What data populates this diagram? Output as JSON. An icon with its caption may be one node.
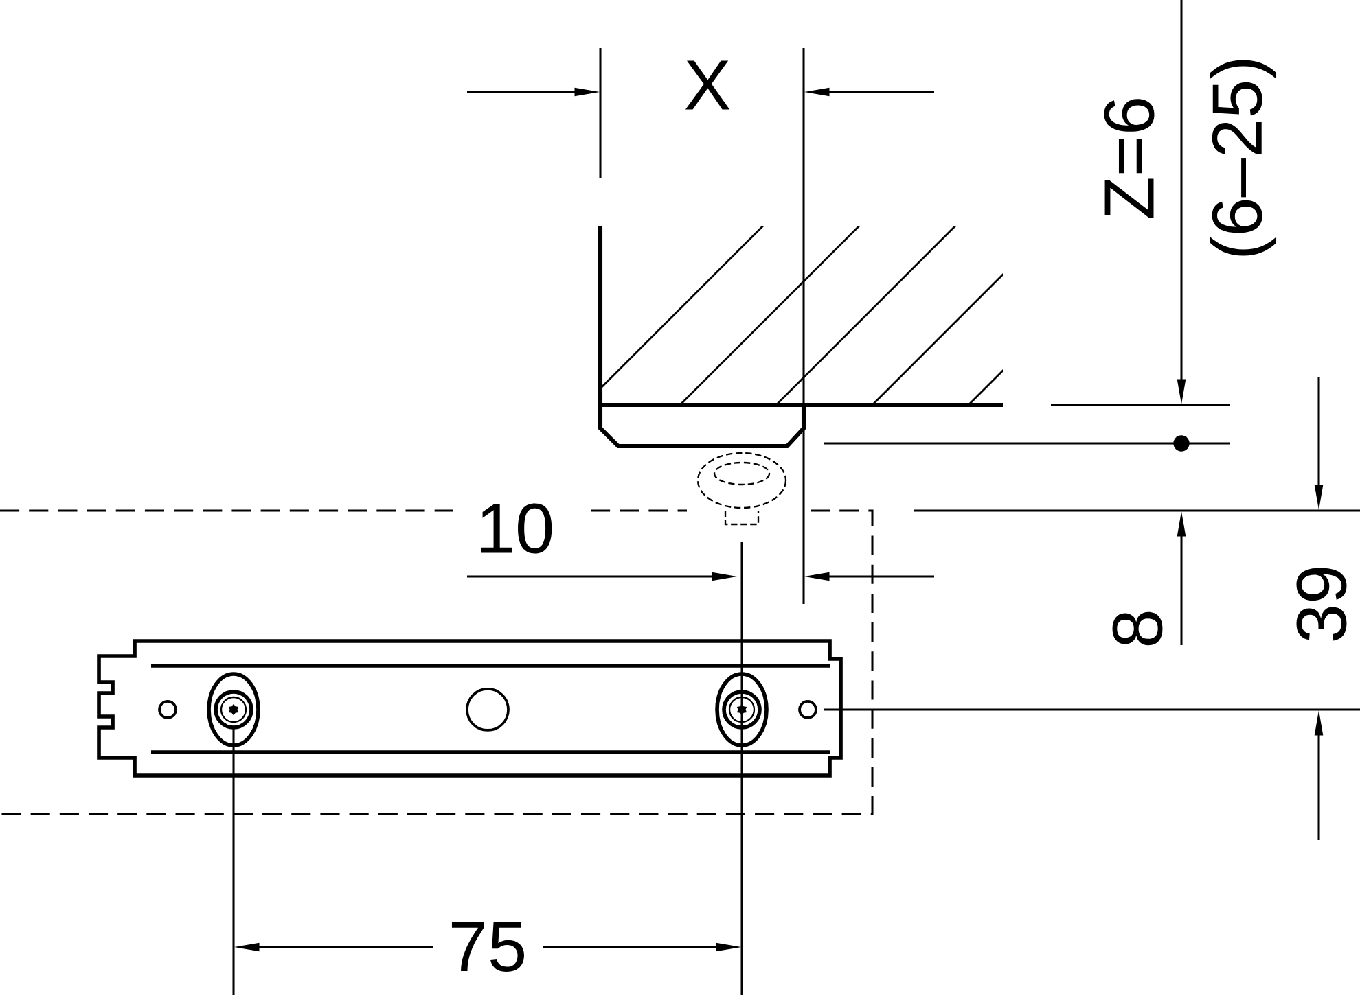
{
  "diagram": {
    "labels": [
      "X",
      "Z=6",
      "(6–25)",
      "10",
      "8",
      "39",
      "75"
    ]
  }
}
